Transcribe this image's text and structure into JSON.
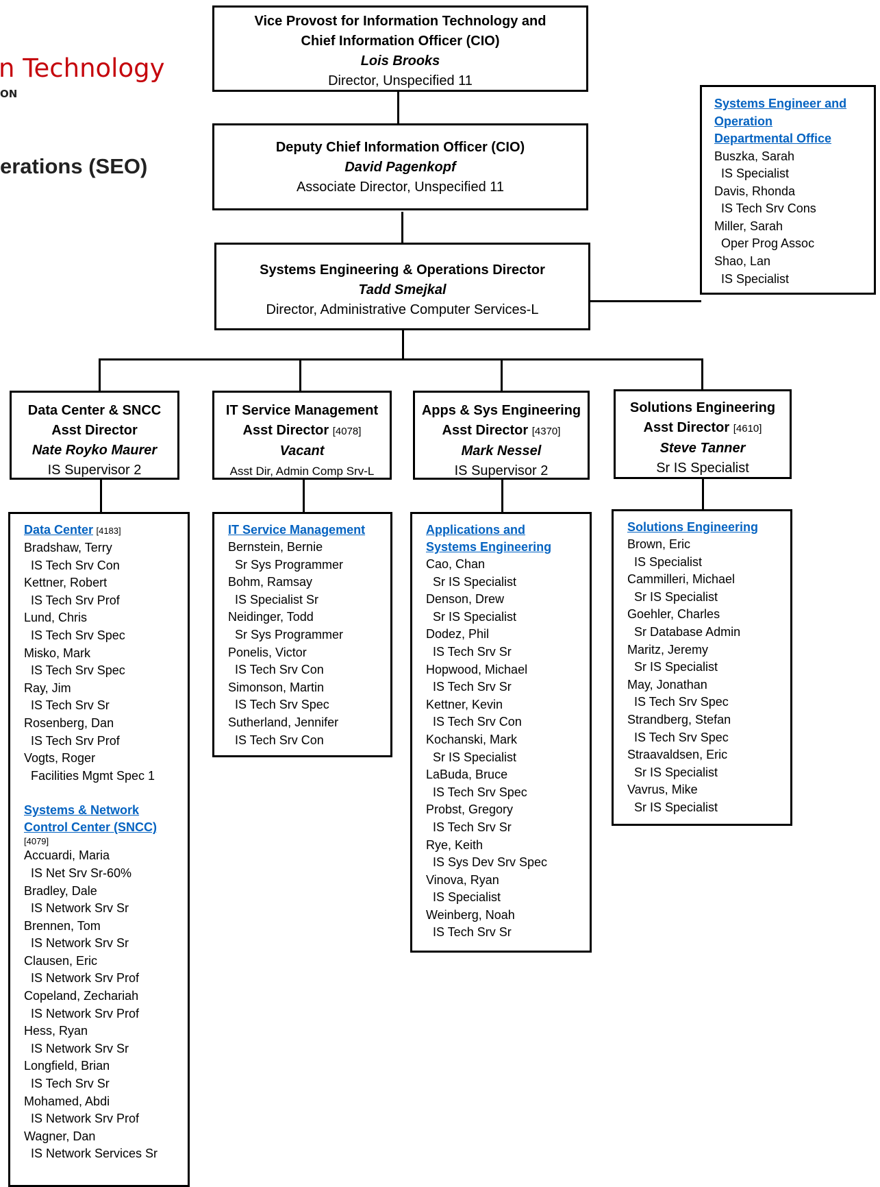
{
  "logo": {
    "line1": "n Technology",
    "line2": "ON",
    "subtitle": "erations (SEO)"
  },
  "top": {
    "title1": "Vice Provost for Information Technology and",
    "title2": "Chief Information Officer (CIO)",
    "name": "Lois Brooks",
    "role": "Director, Unspecified 11"
  },
  "deputy": {
    "title": "Deputy Chief Information Officer (CIO)",
    "name": "David Pagenkopf",
    "role": "Associate Director, Unspecified 11"
  },
  "director": {
    "title": "Systems Engineering & Operations Director",
    "name": "Tadd Smejkal",
    "role": "Director, Administrative Computer Services-L"
  },
  "dept_office": {
    "header": [
      "Systems Engineer and",
      "Operation",
      "Departmental Office"
    ],
    "people": [
      {
        "name": "Buszka, Sarah",
        "role": "IS Specialist"
      },
      {
        "name": "Davis, Rhonda",
        "role": "IS Tech Srv Cons"
      },
      {
        "name": "Miller, Sarah",
        "role": "Oper Prog Assoc"
      },
      {
        "name": "Shao, Lan",
        "role": "IS Specialist"
      }
    ]
  },
  "managers": [
    {
      "title": "Data Center & SNCC",
      "subtitle": "Asst Director",
      "code": "",
      "name": "Nate Royko Maurer",
      "role": "IS Supervisor 2"
    },
    {
      "title": "IT Service Management",
      "subtitle": "Asst Director",
      "code": "[4078]",
      "name": "Vacant",
      "role": "Asst Dir, Admin Comp Srv-L"
    },
    {
      "title": "Apps & Sys Engineering",
      "subtitle": "Asst Director",
      "code": "[4370]",
      "name": "Mark Nessel",
      "role": "IS Supervisor 2"
    },
    {
      "title": "Solutions Engineering",
      "subtitle": "Asst Director",
      "code": "[4610]",
      "name": "Steve Tanner",
      "role": "Sr IS Specialist"
    }
  ],
  "teams": [
    {
      "header": "Data Center",
      "code": "[4183]",
      "people": [
        {
          "name": "Bradshaw, Terry",
          "role": "IS Tech Srv Con"
        },
        {
          "name": "Kettner, Robert",
          "role": "IS Tech Srv Prof"
        },
        {
          "name": "Lund, Chris",
          "role": "IS Tech Srv Spec"
        },
        {
          "name": "Misko, Mark",
          "role": "IS Tech Srv Spec"
        },
        {
          "name": "Ray, Jim",
          "role": "IS Tech Srv Sr"
        },
        {
          "name": "Rosenberg, Dan",
          "role": "IS Tech Srv Prof"
        },
        {
          "name": "Vogts, Roger",
          "role": "Facilities Mgmt Spec 1"
        }
      ],
      "header2": [
        "Systems & Network",
        "Control Center (SNCC)"
      ],
      "code2": "[4079]",
      "people2": [
        {
          "name": "Accuardi, Maria",
          "role": "IS Net Srv Sr-60%"
        },
        {
          "name": "Bradley, Dale",
          "role": "IS Network Srv Sr"
        },
        {
          "name": "Brennen, Tom",
          "role": "IS Network Srv Sr"
        },
        {
          "name": "Clausen, Eric",
          "role": "IS Network Srv Prof"
        },
        {
          "name": "Copeland, Zechariah",
          "role": "IS Network Srv Prof"
        },
        {
          "name": "Hess, Ryan",
          "role": "IS Network Srv Sr"
        },
        {
          "name": "Longfield, Brian",
          "role": "IS Tech Srv Sr"
        },
        {
          "name": "Mohamed, Abdi",
          "role": "IS Network Srv Prof"
        },
        {
          "name": "Wagner, Dan",
          "role": "IS Network Services Sr"
        }
      ]
    },
    {
      "header": [
        "IT Service Management"
      ],
      "people": [
        {
          "name": "Bernstein, Bernie",
          "role": "Sr Sys Programmer"
        },
        {
          "name": "Bohm, Ramsay",
          "role": "IS Specialist Sr"
        },
        {
          "name": "Neidinger, Todd",
          "role": "Sr Sys Programmer"
        },
        {
          "name": "Ponelis, Victor",
          "role": "IS Tech Srv Con"
        },
        {
          "name": "Simonson, Martin",
          "role": "IS Tech Srv Spec"
        },
        {
          "name": "Sutherland, Jennifer",
          "role": "IS Tech Srv Con"
        }
      ]
    },
    {
      "header": [
        "Applications and",
        "Systems Engineering"
      ],
      "people": [
        {
          "name": "Cao, Chan",
          "role": "Sr IS Specialist"
        },
        {
          "name": "Denson, Drew",
          "role": "Sr IS Specialist"
        },
        {
          "name": "Dodez, Phil",
          "role": "IS Tech Srv Sr"
        },
        {
          "name": "Hopwood, Michael",
          "role": "IS Tech Srv Sr"
        },
        {
          "name": "Kettner, Kevin",
          "role": "IS Tech Srv Con"
        },
        {
          "name": "Kochanski, Mark",
          "role": "Sr IS Specialist"
        },
        {
          "name": "LaBuda, Bruce",
          "role": "IS Tech Srv Spec"
        },
        {
          "name": "Probst, Gregory",
          "role": "IS Tech Srv Sr"
        },
        {
          "name": "Rye, Keith",
          "role": "IS Sys Dev Srv Spec"
        },
        {
          "name": "Vinova, Ryan",
          "role": "IS Specialist"
        },
        {
          "name": "Weinberg, Noah",
          "role": "IS Tech Srv Sr"
        }
      ]
    },
    {
      "header": [
        "Solutions Engineering"
      ],
      "people": [
        {
          "name": "Brown, Eric",
          "role": "IS Specialist"
        },
        {
          "name": "Cammilleri, Michael",
          "role": "Sr IS Specialist"
        },
        {
          "name": "Goehler, Charles",
          "role": "Sr Database Admin"
        },
        {
          "name": "Maritz, Jeremy",
          "role": "Sr IS Specialist"
        },
        {
          "name": "May, Jonathan",
          "role": "IS Tech Srv Spec"
        },
        {
          "name": "Strandberg, Stefan",
          "role": "IS Tech Srv Spec"
        },
        {
          "name": "Straavaldsen, Eric",
          "role": "Sr IS Specialist"
        },
        {
          "name": "Vavrus, Mike",
          "role": "Sr IS Specialist"
        }
      ]
    }
  ],
  "colors": {
    "link": "#0563c1",
    "logo_red": "#c5050c"
  }
}
